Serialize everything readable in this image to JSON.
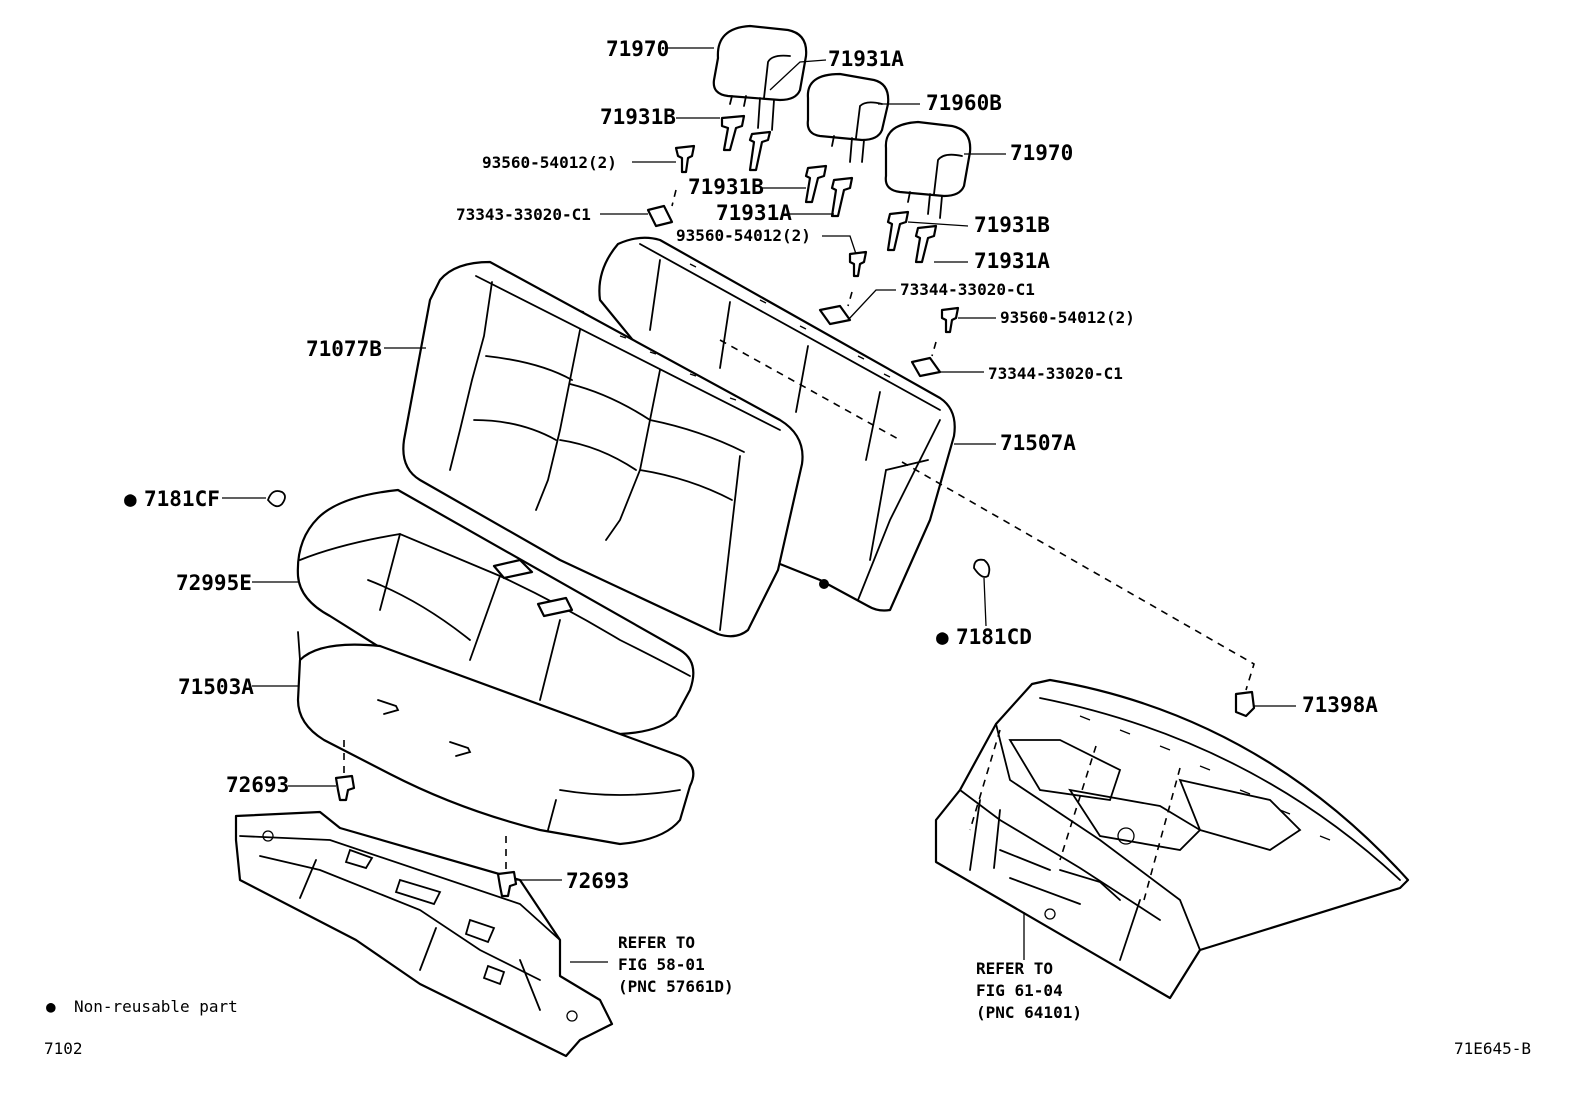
{
  "diagram": {
    "callouts": {
      "headrest_left": "71970",
      "support_a_top": "71931A",
      "headrest_center": "71960B",
      "support_b_left": "71931B",
      "headrest_right": "71970",
      "screw_left": "93560-54012(2)",
      "support_b_center": "71931B",
      "support_a_center": "71931A",
      "bezel_left": "73343-33020-C1",
      "support_b_right": "71931B",
      "screw_center": "93560-54012(2)",
      "support_a_right": "71931A",
      "bezel_center": "73344-33020-C1",
      "screw_right": "93560-54012(2)",
      "bezel_right": "73344-33020-C1",
      "back_cover": "71077B",
      "back_frame": "71507A",
      "hog_ring_left": "7181CF",
      "cushion_cover": "72995E",
      "cushion_pad": "71503A",
      "hog_ring_right": "7181CD",
      "lock_striker": "71398A",
      "clip_upper": "72693",
      "clip_lower": "72693"
    },
    "references": {
      "floor_front": [
        "REFER TO",
        "FIG 58-01",
        "(PNC 57661D)"
      ],
      "floor_rear": [
        "REFER TO",
        "FIG 61-04",
        "(PNC 64101)"
      ]
    },
    "legend": {
      "bullet_symbol": "●",
      "non_reusable": "Non-reusable part"
    },
    "footer": {
      "page_code": "7102",
      "figure_code": "71E645-B"
    }
  }
}
